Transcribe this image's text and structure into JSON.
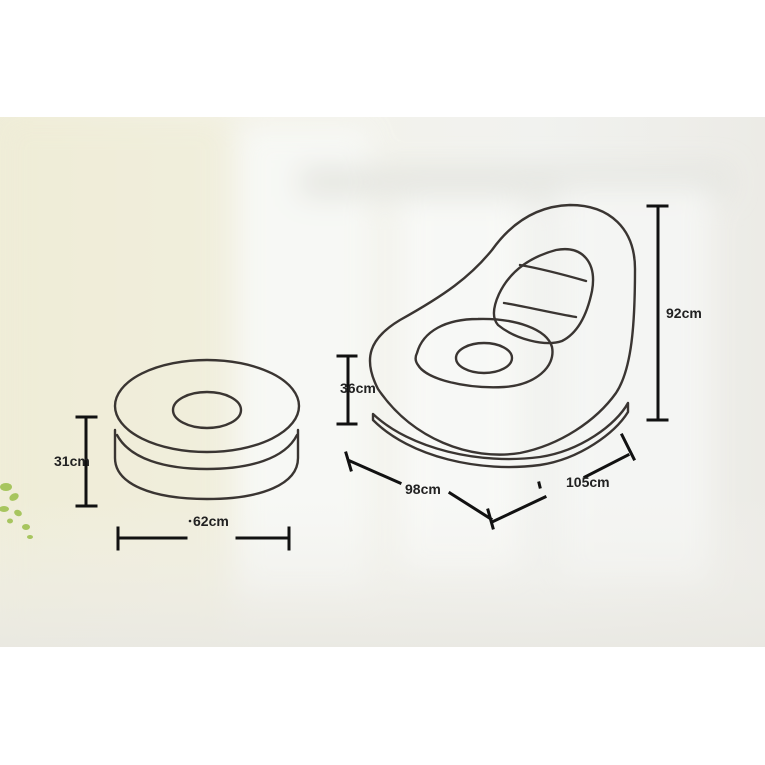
{
  "colors": {
    "background": "#ffffff",
    "photo_backdrop": "#f3f2ea",
    "window_glow": "#f7f8f6",
    "outline": "#3a3532",
    "dimension_line": "#111111",
    "label_text": "#222222",
    "leaf_green": "#9bbf4a"
  },
  "ottoman": {
    "height_label": "31cm",
    "width_label": "62cm"
  },
  "chair": {
    "seat_height_label": "36cm",
    "total_height_label": "92cm",
    "depth_label": "98cm",
    "width_label": "105cm"
  }
}
